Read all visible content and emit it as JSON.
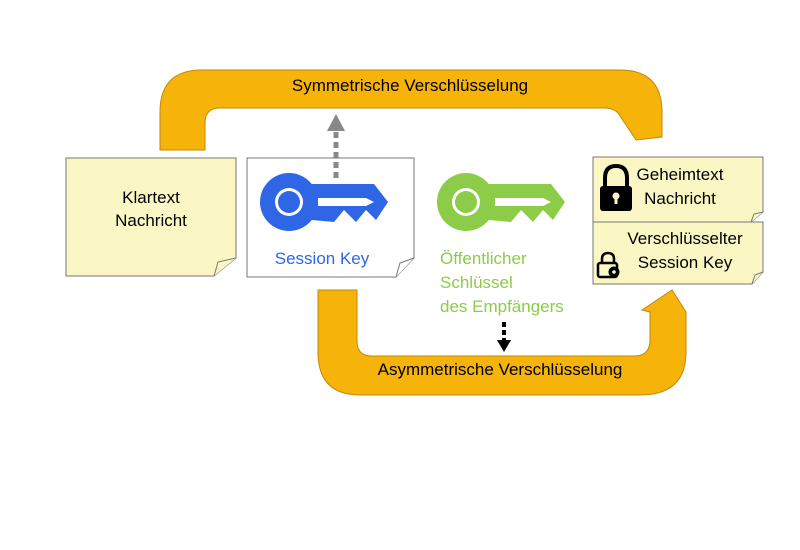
{
  "colors": {
    "band": "#f6b30a",
    "band_stroke": "#c28a07",
    "note_fill": "#fbf7c4",
    "session_key": "#2e66e6",
    "public_key": "#8ccc48",
    "arrow_gray": "#888888",
    "arrow_black": "#000000"
  },
  "bands": {
    "top_label": "Symmetrische Verschlüsselung",
    "bottom_label": "Asymmetrische Verschlüsselung"
  },
  "plaintext": {
    "line1": "Klartext",
    "line2": "Nachricht"
  },
  "session_key": {
    "icon": "key-icon",
    "label": "Session Key"
  },
  "public_key": {
    "icon": "key-icon",
    "line1": "Öffentlicher",
    "line2": "Schlüssel",
    "line3": "des Empfängers"
  },
  "ciphertext": {
    "icon": "lock-icon",
    "line1": "Geheimtext",
    "line2": "Nachricht"
  },
  "encrypted_key": {
    "icon": "lock-key-icon",
    "line1": "Verschlüsselter",
    "line2": "Session Key"
  }
}
